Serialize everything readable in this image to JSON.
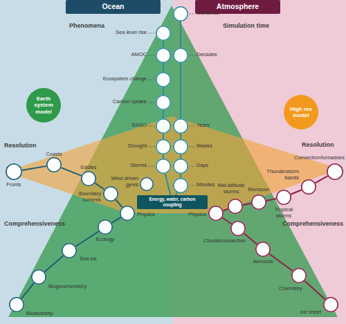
{
  "diagram": {
    "nodes": [
      {
        "text": [
          "Ocean"
        ]
      },
      {
        "text": [
          "Atmosphere"
        ]
      },
      {
        "text": [
          "Centuries"
        ]
      },
      {
        "text": [
          "Sea level rise"
        ]
      },
      {
        "text": [
          "Decades"
        ]
      },
      {
        "text": [
          "AMOC"
        ]
      },
      {
        "text": [
          "Ecosystem change"
        ]
      },
      {
        "text": [
          "Carbon uptake"
        ]
      },
      {
        "text": [
          "Earth system model"
        ]
      },
      {
        "text": [
          "High res model"
        ]
      },
      {
        "text": [
          "Years"
        ]
      },
      {
        "text": [
          "ENSO"
        ]
      },
      {
        "text": [
          "Fronts"
        ]
      },
      {
        "text": [
          "Convection/tornadoes"
        ]
      },
      {
        "text": [
          "Weeks"
        ]
      },
      {
        "text": [
          "Drought"
        ]
      },
      {
        "text": [
          "Coasts"
        ]
      },
      {
        "text": [
          "Thunderstorm bands"
        ]
      },
      {
        "text": [
          "Eddies"
        ]
      },
      {
        "text": [
          "Days"
        ]
      },
      {
        "text": [
          "Storms"
        ]
      },
      {
        "text": [
          "Tropical storms"
        ]
      },
      {
        "text": [
          "Minutes"
        ]
      },
      {
        "text": [
          "Wind driven gyres"
        ]
      },
      {
        "text": [
          "Boundary currents"
        ]
      },
      {
        "text": [
          "Monsoon"
        ]
      },
      {
        "text": [
          "Energy, water, carbon coupling"
        ]
      },
      {
        "text": [
          "Mid-latitude storms"
        ]
      },
      {
        "text": [
          "Physics"
        ]
      },
      {
        "text": [
          "Physics"
        ]
      },
      {
        "text": [
          "Ecology"
        ]
      },
      {
        "text": [
          "Clouds/convection"
        ]
      },
      {
        "text": [
          "Sea ice"
        ]
      },
      {
        "text": [
          "Aerosols"
        ]
      },
      {
        "text": [
          "Biogeochemistry"
        ]
      },
      {
        "text": [
          "Chemistry"
        ]
      },
      {
        "text": [
          "Biodiversity"
        ]
      },
      {
        "text": [
          "Ice sheet"
        ]
      }
    ],
    "edges": [
      {
        "from": 2,
        "to": 4,
        "arrow": "none"
      },
      {
        "from": 4,
        "to": 10,
        "arrow": "none"
      },
      {
        "from": 10,
        "to": 14,
        "arrow": "none"
      },
      {
        "from": 14,
        "to": 19,
        "arrow": "none"
      },
      {
        "from": 19,
        "to": 22,
        "arrow": "none"
      },
      {
        "from": 22,
        "to": 26,
        "arrow": "none"
      },
      {
        "from": 3,
        "to": 5,
        "arrow": "none"
      },
      {
        "from": 5,
        "to": 6,
        "arrow": "none"
      },
      {
        "from": 6,
        "to": 7,
        "arrow": "none"
      },
      {
        "from": 7,
        "to": 11,
        "arrow": "none"
      },
      {
        "from": 11,
        "to": 15,
        "arrow": "none"
      },
      {
        "from": 15,
        "to": 20,
        "arrow": "none"
      },
      {
        "from": 20,
        "to": 26,
        "arrow": "none"
      },
      {
        "from": 12,
        "to": 16,
        "arrow": "none"
      },
      {
        "from": 16,
        "to": 18,
        "arrow": "none"
      },
      {
        "from": 18,
        "to": 24,
        "arrow": "none"
      },
      {
        "from": 24,
        "to": 28,
        "arrow": "none"
      },
      {
        "from": 13,
        "to": 17,
        "arrow": "none"
      },
      {
        "from": 17,
        "to": 21,
        "arrow": "none"
      },
      {
        "from": 21,
        "to": 25,
        "arrow": "none"
      },
      {
        "from": 25,
        "to": 27,
        "arrow": "none"
      },
      {
        "from": 27,
        "to": 29,
        "arrow": "none"
      },
      {
        "from": 28,
        "to": 30,
        "arrow": "none"
      },
      {
        "from": 30,
        "to": 32,
        "arrow": "none"
      },
      {
        "from": 32,
        "to": 34,
        "arrow": "none"
      },
      {
        "from": 34,
        "to": 36,
        "arrow": "none"
      },
      {
        "from": 29,
        "to": 31,
        "arrow": "none"
      },
      {
        "from": 31,
        "to": 33,
        "arrow": "none"
      },
      {
        "from": 33,
        "to": 35,
        "arrow": "none"
      },
      {
        "from": 35,
        "to": 37,
        "arrow": "none"
      }
    ],
    "labels": [
      "Phenomena",
      "Simulation time",
      "Resolution",
      "Resolution",
      "Comprehensiveness",
      "Comprehensiveness"
    ]
  }
}
